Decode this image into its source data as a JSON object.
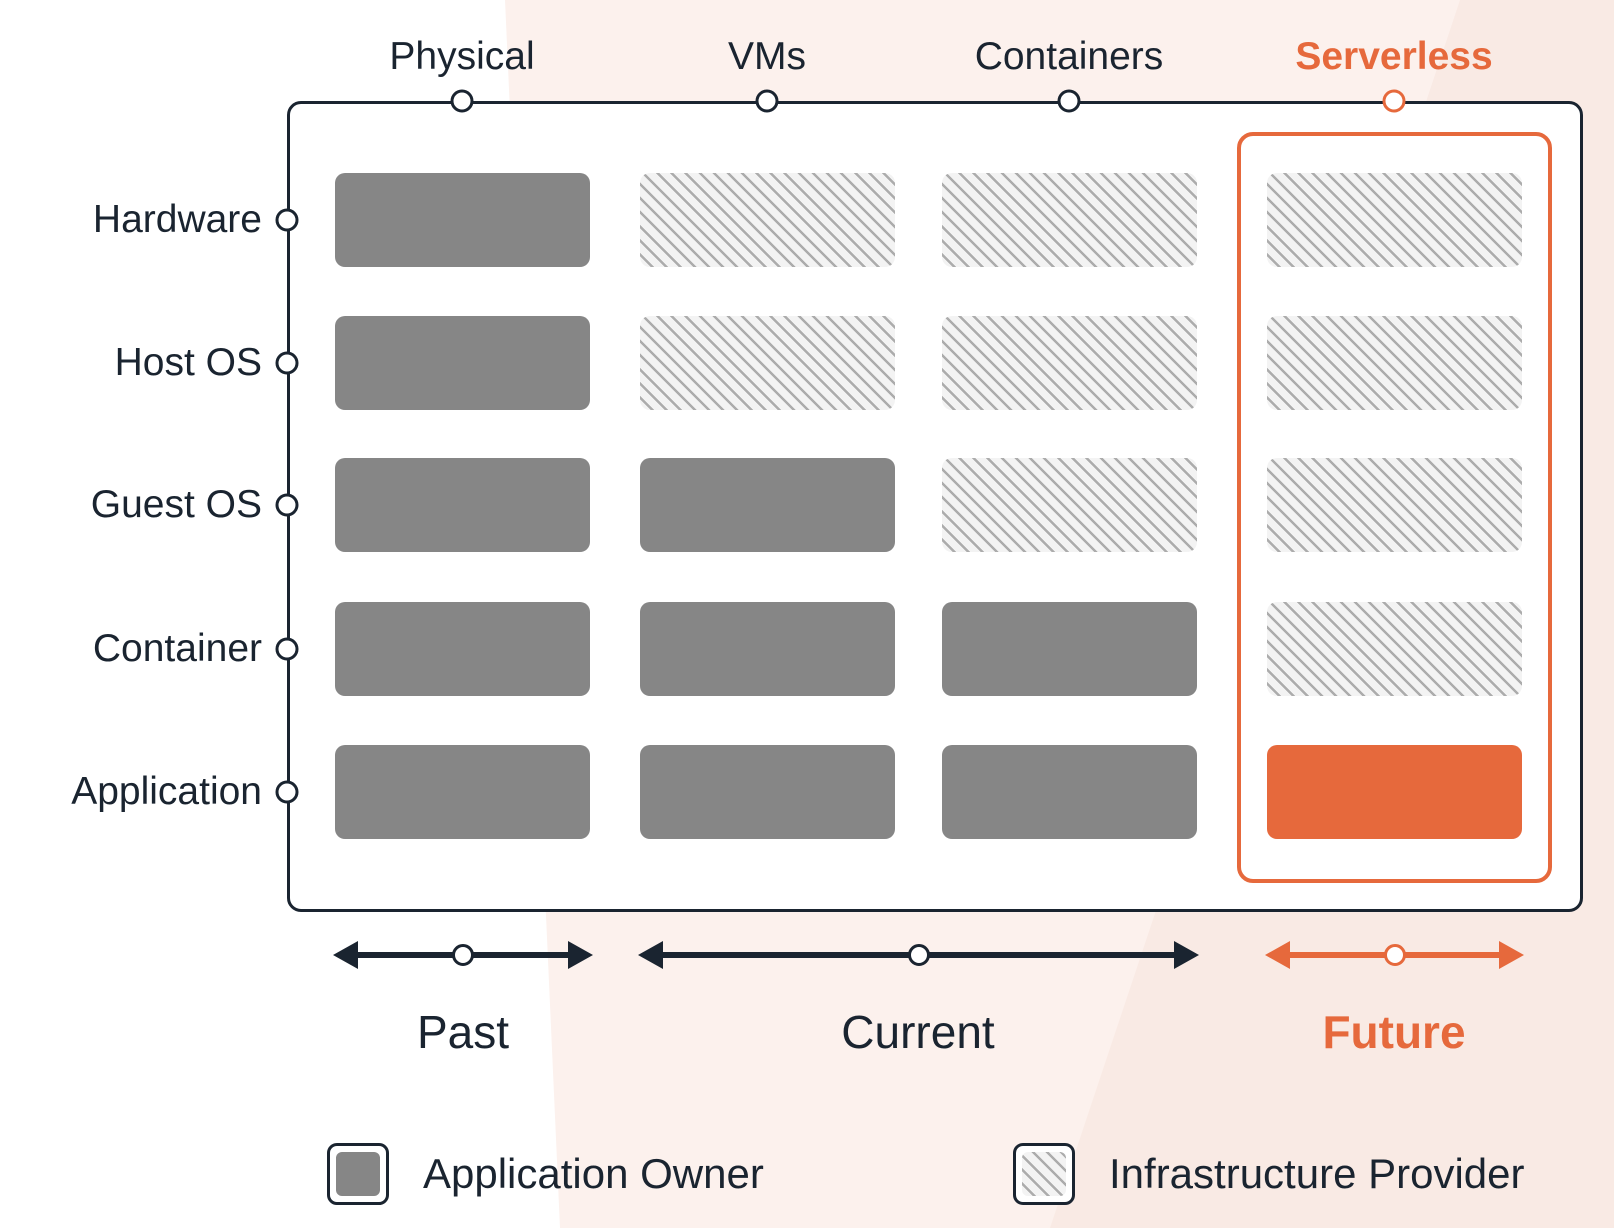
{
  "diagram": {
    "columns": [
      {
        "id": "physical",
        "label": "Physical",
        "accent": false
      },
      {
        "id": "vms",
        "label": "VMs",
        "accent": false
      },
      {
        "id": "containers",
        "label": "Containers",
        "accent": false
      },
      {
        "id": "serverless",
        "label": "Serverless",
        "accent": true
      }
    ],
    "rows": [
      {
        "id": "hardware",
        "label": "Hardware"
      },
      {
        "id": "host-os",
        "label": "Host OS"
      },
      {
        "id": "guest-os",
        "label": "Guest OS"
      },
      {
        "id": "container",
        "label": "Container"
      },
      {
        "id": "application",
        "label": "Application"
      }
    ],
    "ownership": [
      [
        "owner",
        "provider",
        "provider",
        "provider"
      ],
      [
        "owner",
        "provider",
        "provider",
        "provider"
      ],
      [
        "owner",
        "owner",
        "provider",
        "provider"
      ],
      [
        "owner",
        "owner",
        "owner",
        "provider"
      ],
      [
        "owner",
        "owner",
        "owner",
        "owner_accent"
      ]
    ],
    "eras": [
      {
        "id": "past",
        "label": "Past",
        "columns": [
          "physical"
        ],
        "accent": false
      },
      {
        "id": "current",
        "label": "Current",
        "columns": [
          "vms",
          "containers"
        ],
        "accent": false
      },
      {
        "id": "future",
        "label": "Future",
        "columns": [
          "serverless"
        ],
        "accent": true
      }
    ],
    "legend": [
      {
        "id": "application-owner",
        "label": "Application Owner",
        "swatch": "owner"
      },
      {
        "id": "infrastructure-provider",
        "label": "Infrastructure Provider",
        "swatch": "provider"
      }
    ],
    "colors": {
      "navy": "#1A2430",
      "accent_orange": "#E6693C",
      "owner_gray": "#868686",
      "hatch_background": "#F3F3F3",
      "hatch_line": "#ACACAC",
      "background_tint_light": "#FCF1ED",
      "background_tint_deep": "#F9EAE4"
    }
  }
}
